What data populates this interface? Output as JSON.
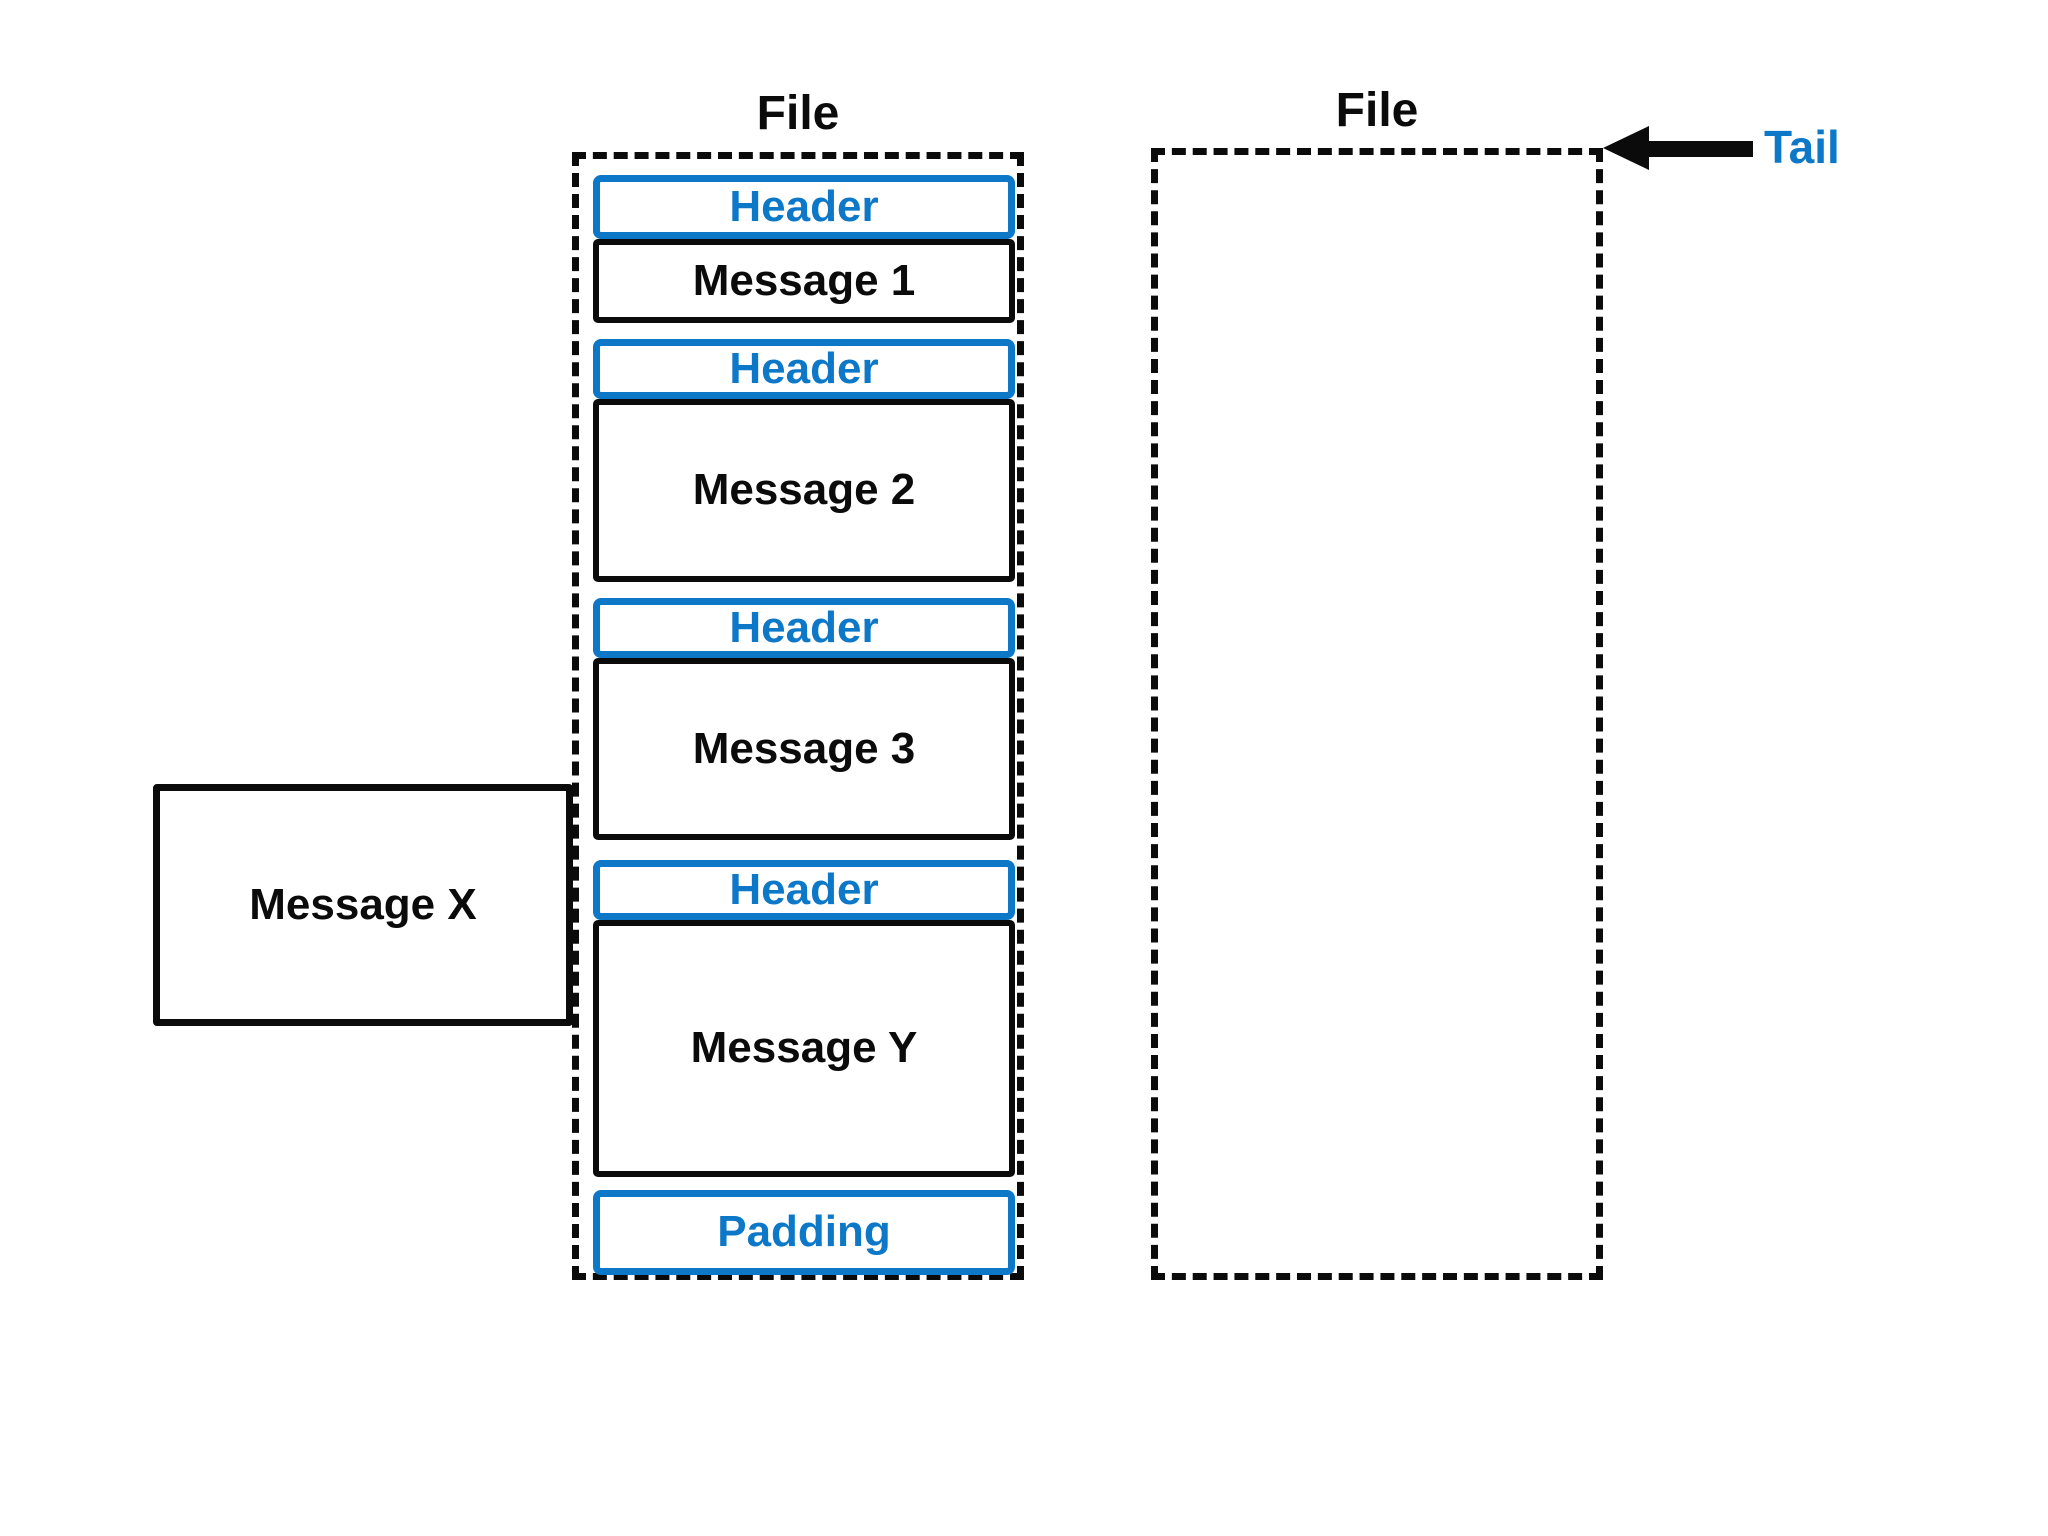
{
  "diagram": {
    "left_message": {
      "label": "Message X"
    },
    "middle_file": {
      "title": "File",
      "sections": [
        {
          "kind": "header",
          "label": "Header"
        },
        {
          "kind": "message",
          "label": "Message 1"
        },
        {
          "kind": "header",
          "label": "Header"
        },
        {
          "kind": "message",
          "label": "Message 2"
        },
        {
          "kind": "header",
          "label": "Header"
        },
        {
          "kind": "message",
          "label": "Message 3"
        },
        {
          "kind": "header",
          "label": "Header"
        },
        {
          "kind": "message",
          "label": "Message Y"
        },
        {
          "kind": "padding",
          "label": "Padding"
        }
      ]
    },
    "right_file": {
      "title": "File",
      "content": ""
    },
    "tail": {
      "label": "Tail"
    },
    "colors": {
      "accent_blue": "#0e78c8",
      "ink": "#0b0b0b"
    }
  }
}
